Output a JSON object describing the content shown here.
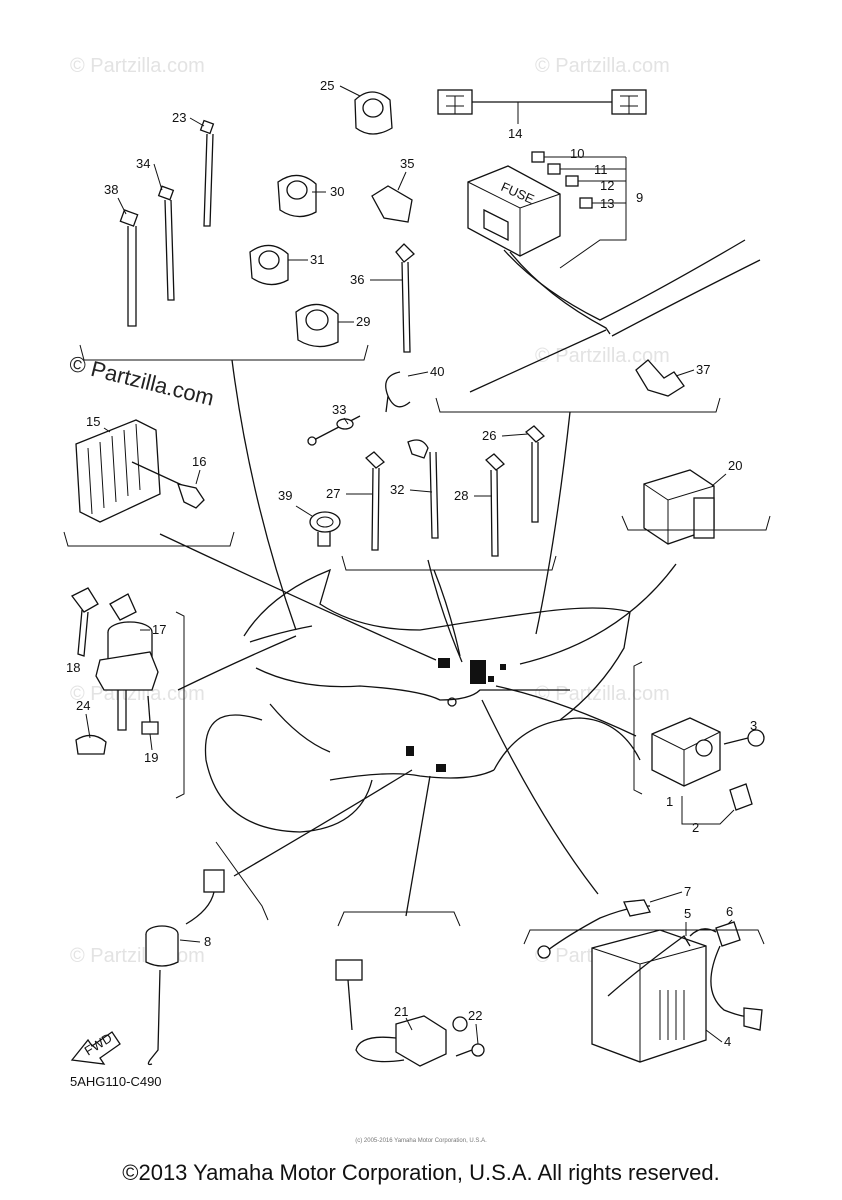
{
  "watermark": "© Partzilla.com",
  "diagram_code": "5AHG110-C490",
  "fuse_label": "FUSE",
  "fwd_label": "FWD",
  "small_copyright": "(c) 2005-2016 Yamaha Motor Corporation, U.S.A.",
  "copyright": "©2013 Yamaha Motor Corporation, U.S.A. All rights reserved.",
  "callouts": {
    "n1": "1",
    "n2": "2",
    "n3": "3",
    "n4": "4",
    "n5": "5",
    "n6": "6",
    "n7": "7",
    "n8": "8",
    "n9": "9",
    "n10": "10",
    "n11": "11",
    "n12": "12",
    "n13": "13",
    "n14": "14",
    "n15": "15",
    "n16": "16",
    "n17": "17",
    "n18": "18",
    "n19": "19",
    "n20": "20",
    "n21": "21",
    "n22": "22",
    "n23": "23",
    "n24": "24",
    "n25": "25",
    "n26": "26",
    "n27": "27",
    "n28": "28",
    "n29": "29",
    "n30": "30",
    "n31": "31",
    "n32": "32",
    "n33": "33",
    "n34": "34",
    "n35": "35",
    "n36": "36",
    "n37": "37",
    "n38": "38",
    "n39": "39",
    "n40": "40"
  }
}
